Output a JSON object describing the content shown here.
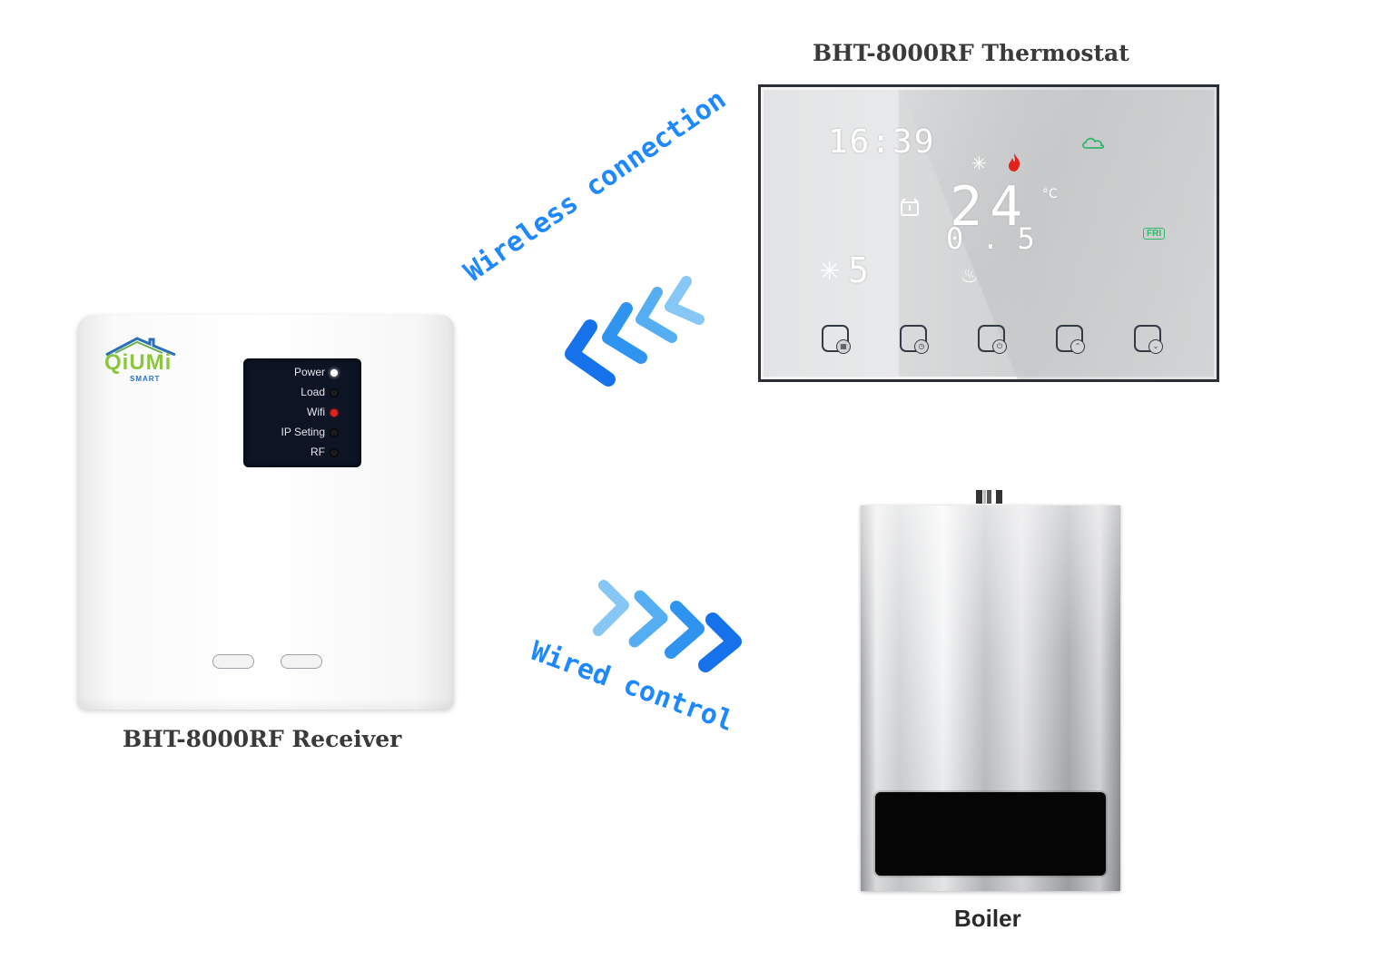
{
  "titles": {
    "thermostat": "BHT-8000RF Thermostat",
    "receiver": "BHT-8000RF Receiver",
    "boiler": "Boiler"
  },
  "receiver": {
    "brand": "QiUMi",
    "brand_sub": "SMART",
    "leds": [
      {
        "label": "Power",
        "color": "#ffffff"
      },
      {
        "label": "Load",
        "color": "#111111"
      },
      {
        "label": "Wifi",
        "color": "#e0231c"
      },
      {
        "label": "IP Seting",
        "color": "#111111"
      },
      {
        "label": "RF",
        "color": "#111111"
      }
    ]
  },
  "thermostat": {
    "time": "16:39",
    "temperature": "24",
    "temp_unit": "°C",
    "set_temp": "0.5",
    "fan_level": "5",
    "day": "FRI",
    "buttons": [
      "menu",
      "clock",
      "power",
      "up",
      "down"
    ]
  },
  "links": {
    "wireless": "Wireless connection",
    "wired": "Wired control"
  },
  "colors": {
    "accent": "#1e88ff",
    "accent_light": "#7cc4f4",
    "flame": "#e0231c",
    "weather": "#2fb86a"
  }
}
